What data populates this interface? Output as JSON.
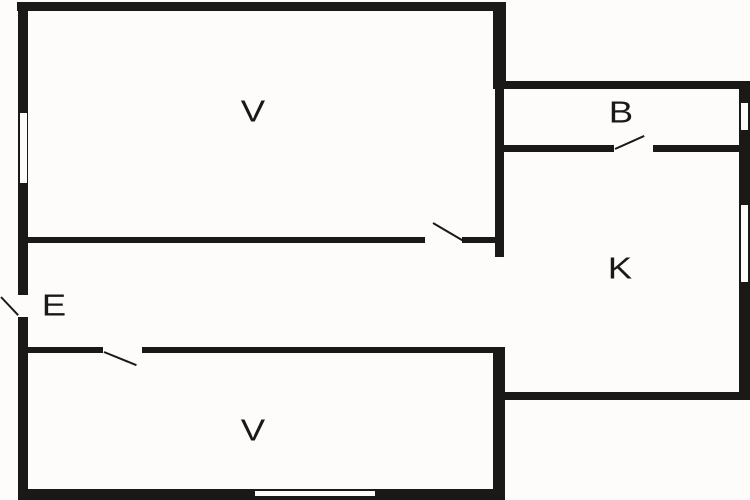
{
  "floor_plan": {
    "rooms": [
      {
        "id": "room-top",
        "label": "V"
      },
      {
        "id": "room-b",
        "label": "B"
      },
      {
        "id": "room-k",
        "label": "K"
      },
      {
        "id": "entrance",
        "label": "E"
      },
      {
        "id": "room-bottom",
        "label": "V"
      }
    ],
    "colors": {
      "wall": "#1b1918",
      "background": "#fdfcfa"
    }
  }
}
